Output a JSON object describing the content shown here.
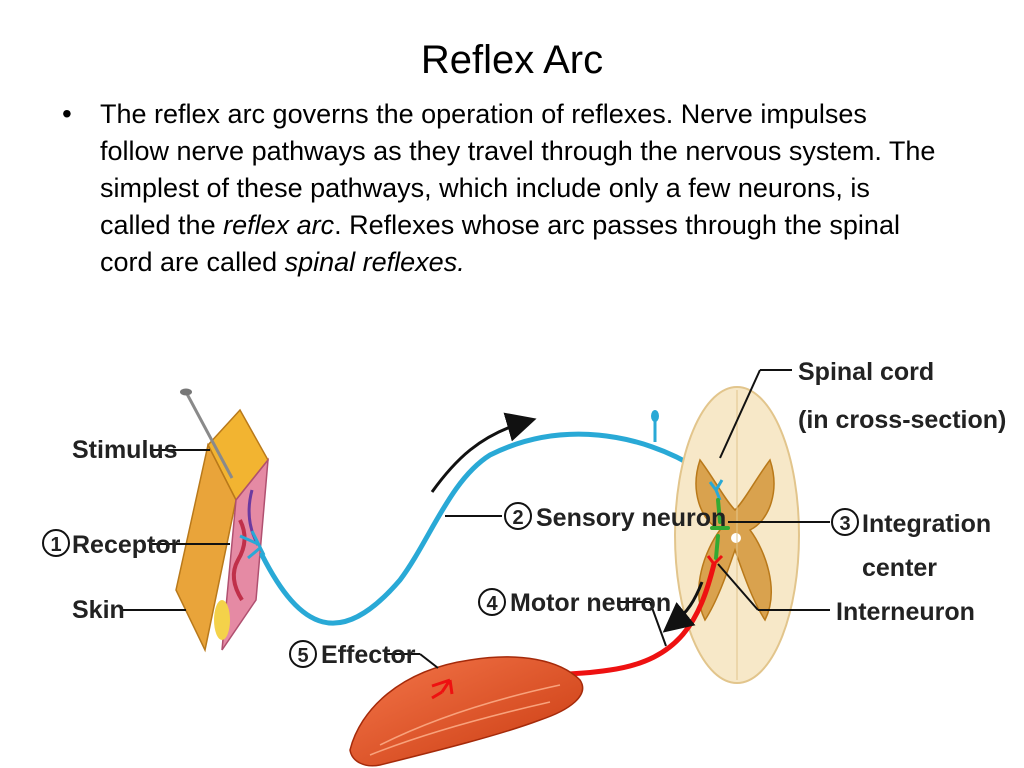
{
  "slide": {
    "title": "Reflex Arc",
    "bullet": {
      "part1": "The reflex arc governs the operation of reflexes.  Nerve impulses follow nerve pathways as they travel through the nervous system.  The simplest of these pathways, which include only a few neurons, is called the ",
      "em1": "reflex arc",
      "part2": ".  Reflexes whose arc passes through the spinal cord are called ",
      "em2": "spinal reflexes."
    }
  },
  "diagram": {
    "labels": {
      "stimulus": "Stimulus",
      "receptor_num": "1",
      "receptor": "Receptor",
      "skin": "Skin",
      "sensory_num": "2",
      "sensory": "Sensory neuron",
      "motor_num": "4",
      "motor": "Motor neuron",
      "effector_num": "5",
      "effector": "Effector",
      "spinal_line1": "Spinal cord",
      "spinal_line2": "(in cross-section)",
      "integration_num": "3",
      "integration_line1": "Integration",
      "integration_line2": "center",
      "interneuron": "Interneuron"
    },
    "colors": {
      "sensory": "#29a9d6",
      "motor": "#ee1111",
      "interneuron": "#33aa33",
      "cord_white": "#f7e8c8",
      "cord_gray": "#d9a24e",
      "muscle": "#e8541e",
      "skin_top": "#f0b330",
      "skin_side": "#e08aa0"
    }
  }
}
